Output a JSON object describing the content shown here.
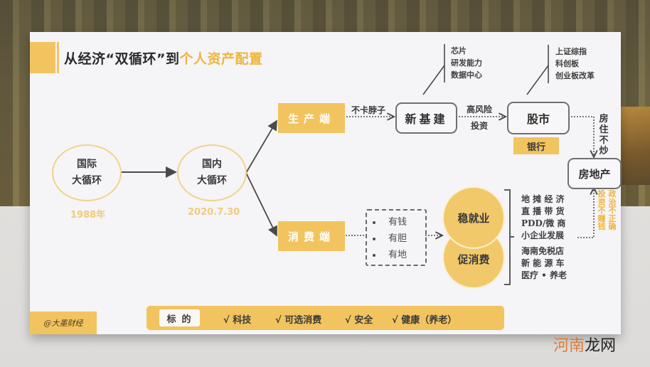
{
  "title": {
    "prefix": "从经济“双循环”到",
    "highlight": "个人资产配置"
  },
  "nodes": {
    "international": {
      "line1": "国际",
      "line2": "大循环",
      "date": "1988年"
    },
    "domestic": {
      "line1": "国内",
      "line2": "大循环",
      "date": "2020.7.30"
    },
    "production": "生产端",
    "consumption": "消费端",
    "new_infra": "新基建",
    "stock_market": "股市",
    "bank": "银行",
    "real_estate": "房地产",
    "stabilize_jobs": "稳就业",
    "promote_consumption": "促消费"
  },
  "edge_labels": {
    "production_to_infra": "不卡脖子",
    "infra_to_stock_line1": "高风险",
    "infra_to_stock_line2": "投资",
    "stock_to_realestate": "房住不炒",
    "policy_vertical_right": "政治不正确",
    "policy_vertical_left": "投资不赚钱"
  },
  "annotations": {
    "new_infra": [
      "芯片",
      "研发能力",
      "数据中心"
    ],
    "stock_market": [
      "上证综指",
      "科创板",
      "创业板改革"
    ]
  },
  "consumption_conditions": [
    "有钱",
    "有胆",
    "有地"
  ],
  "jobs_list": [
    "地 摊 经 济",
    "直 播 带 货",
    "PDD/微 商",
    "小企业发展"
  ],
  "consumption_list": [
    "海南免税店",
    "新 能 源 车",
    "医疗 • 养老"
  ],
  "targets": {
    "label": "标的",
    "items": [
      "√  科技",
      "√  可选消费",
      "√  安全",
      "√  健康（养老）"
    ]
  },
  "signature": "@大墨财经",
  "watermark": {
    "part1": "河南",
    "part2": "龙网"
  },
  "colors": {
    "accent": "#f2c45f",
    "highlight_text": "#f0b53c",
    "ellipse_border": "#f0d48a",
    "box_border": "#707070",
    "slide_bg": "#f5f4f7"
  }
}
